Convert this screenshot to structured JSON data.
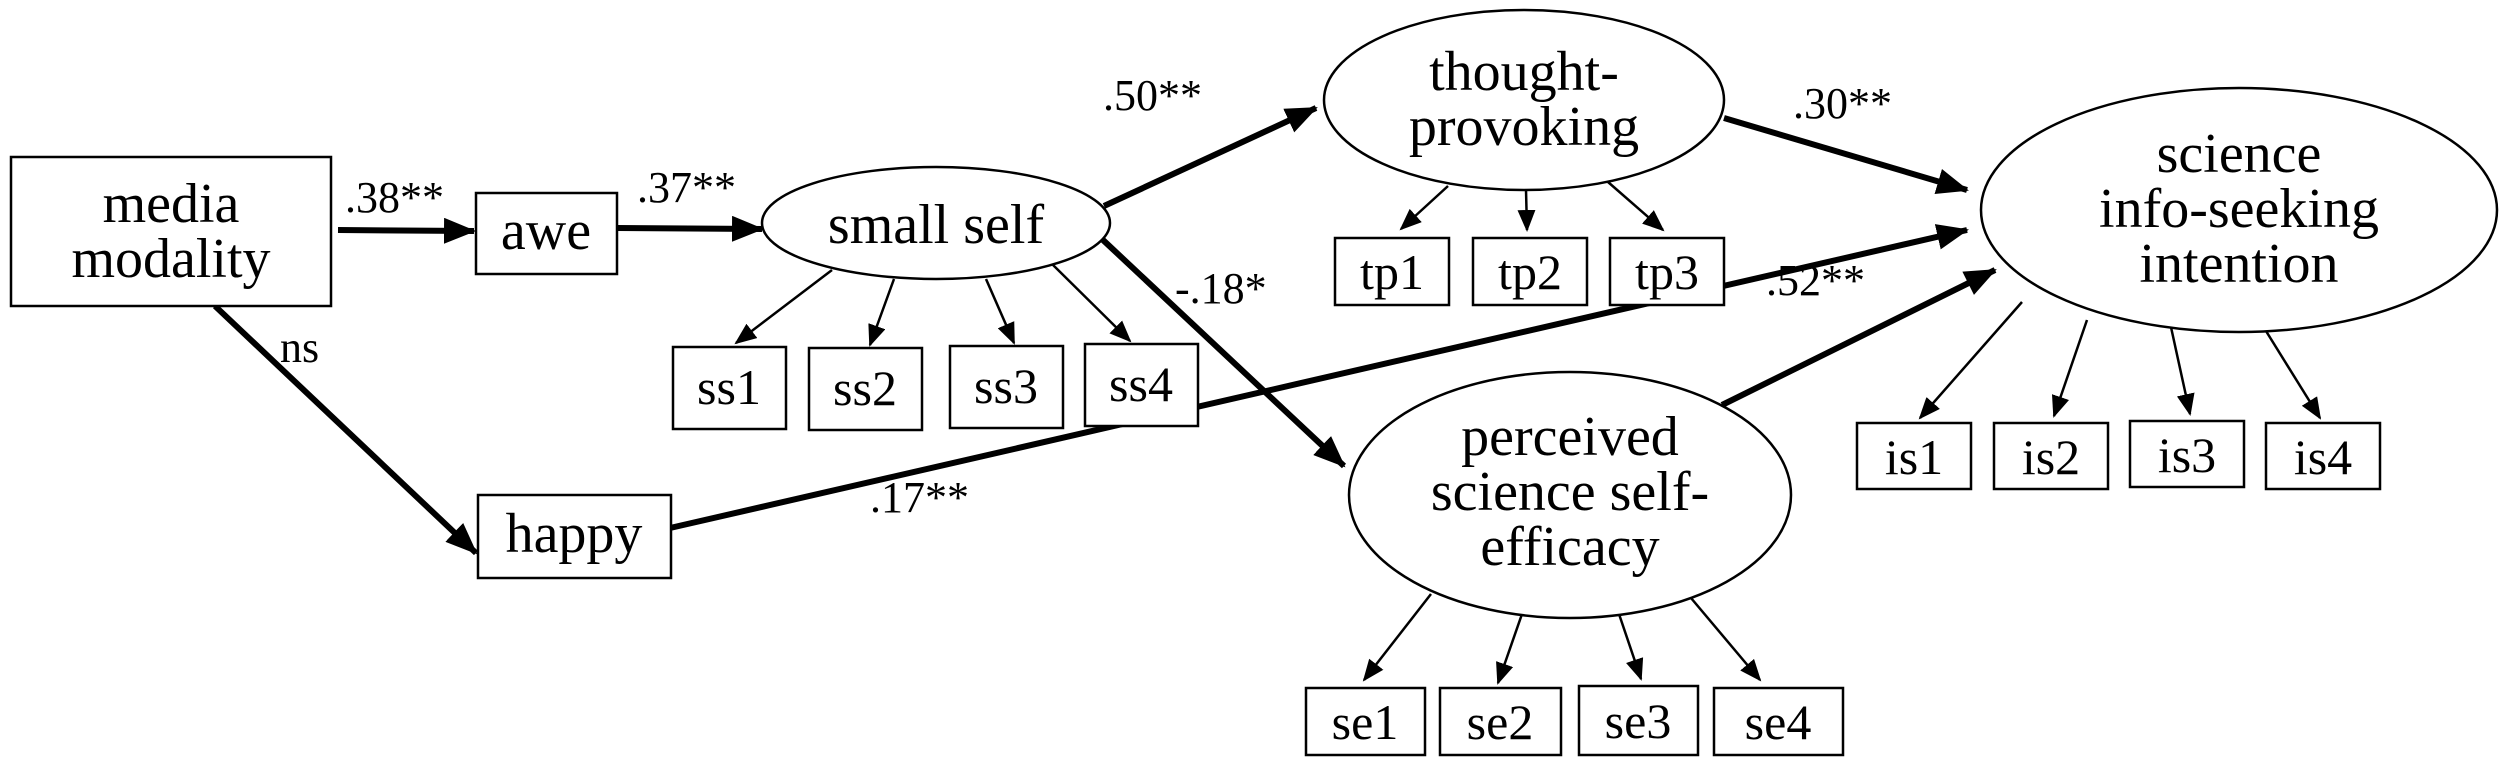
{
  "nodes": {
    "media": [
      "media",
      "modality"
    ],
    "awe": [
      "awe"
    ],
    "happy": [
      "happy"
    ],
    "small_self": [
      "small self"
    ],
    "thought": [
      "thought-",
      "provoking"
    ],
    "efficacy": [
      "perceived",
      "science self-",
      "efficacy"
    ],
    "intention": [
      "science",
      "info-seeking",
      "intention"
    ]
  },
  "indicators": {
    "ss": [
      "ss1",
      "ss2",
      "ss3",
      "ss4"
    ],
    "tp": [
      "tp1",
      "tp2",
      "tp3"
    ],
    "se": [
      "se1",
      "se2",
      "se3",
      "se4"
    ],
    "is": [
      "is1",
      "is2",
      "is3",
      "is4"
    ]
  },
  "coefficients": {
    "media_awe": ".38**",
    "awe_small": ".37**",
    "media_happy": "ns",
    "small_thought": ".50**",
    "small_efficacy": "-.18*",
    "thought_intention": ".30**",
    "happy_intention": ".17**",
    "efficacy_intention": ".52**"
  }
}
